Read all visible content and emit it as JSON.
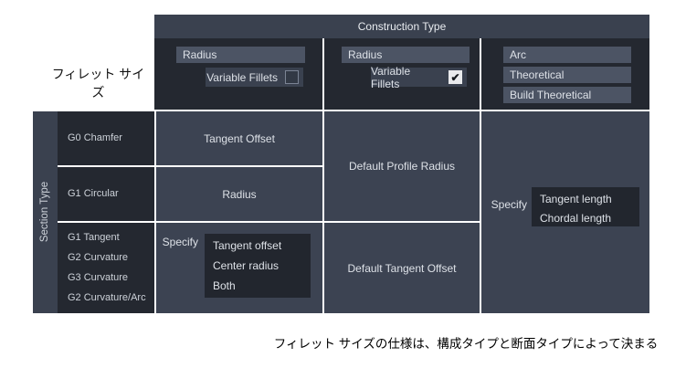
{
  "colors": {
    "mid": "#3a414f",
    "dark": "#242830",
    "cell": "#3c4352",
    "dropdown": "#4c5464",
    "darker": "#22262e",
    "text": "#dde1e7",
    "line": "#ffffff"
  },
  "labels": {
    "fillet_size": "フィレット サイズ",
    "caption": "フィレット サイズの仕様は、構成タイプと断面タイプによって決まる"
  },
  "construction": {
    "title": "Construction Type",
    "col1": {
      "dropdown": "Radius",
      "checkbox_label": "Variable Fillets",
      "checked": false
    },
    "col2": {
      "dropdown": "Radius",
      "checkbox_label": "Variable Fillets",
      "checked": true
    },
    "col3": {
      "options": [
        "Arc",
        "Theoretical",
        "Build Theoretical"
      ]
    }
  },
  "section": {
    "title": "Section Type",
    "row1": "G0 Chamfer",
    "row2": "G1 Circular",
    "row3": [
      "G1 Tangent",
      "G2 Curvature",
      "G3 Curvature",
      "G2 Curvature/Arc"
    ]
  },
  "cells": {
    "r1c1": "Tangent Offset",
    "r2c1": "Radius",
    "r3c1": {
      "label": "Specify",
      "options": [
        "Tangent offset",
        "Center radius",
        "Both"
      ]
    },
    "c2_merged": "Default Profile Radius",
    "r3c2": "Default Tangent Offset",
    "c3_merged": {
      "label": "Specify",
      "options": [
        "Tangent length",
        "Chordal length"
      ]
    }
  },
  "glyphs": {
    "check": "✔"
  }
}
